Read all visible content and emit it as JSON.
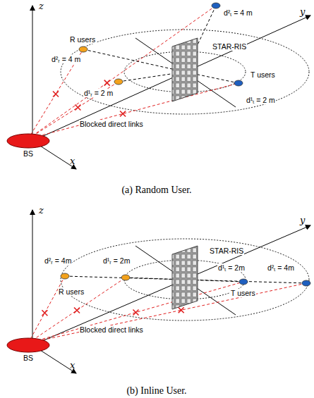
{
  "diagram": {
    "labels": [
      "z",
      "y",
      "x",
      "d²ₜ = 4 m",
      "d²ᵣ = 4 m",
      "R users",
      "STAR-RIS",
      "T users",
      "d¹ᵣ = 2 m",
      "d¹ₜ = 2 m",
      "Blocked direct links",
      "BS",
      "(a) Random User.",
      "z",
      "y",
      "x",
      "d²ᵣ = 4m",
      "d¹ᵣ = 2m",
      "STAR-RIS",
      "R users",
      "d¹ₜ = 2m",
      "d²ₜ = 4m",
      "T users",
      "Blocked direct links",
      "BS",
      "(b) Inline User."
    ]
  }
}
